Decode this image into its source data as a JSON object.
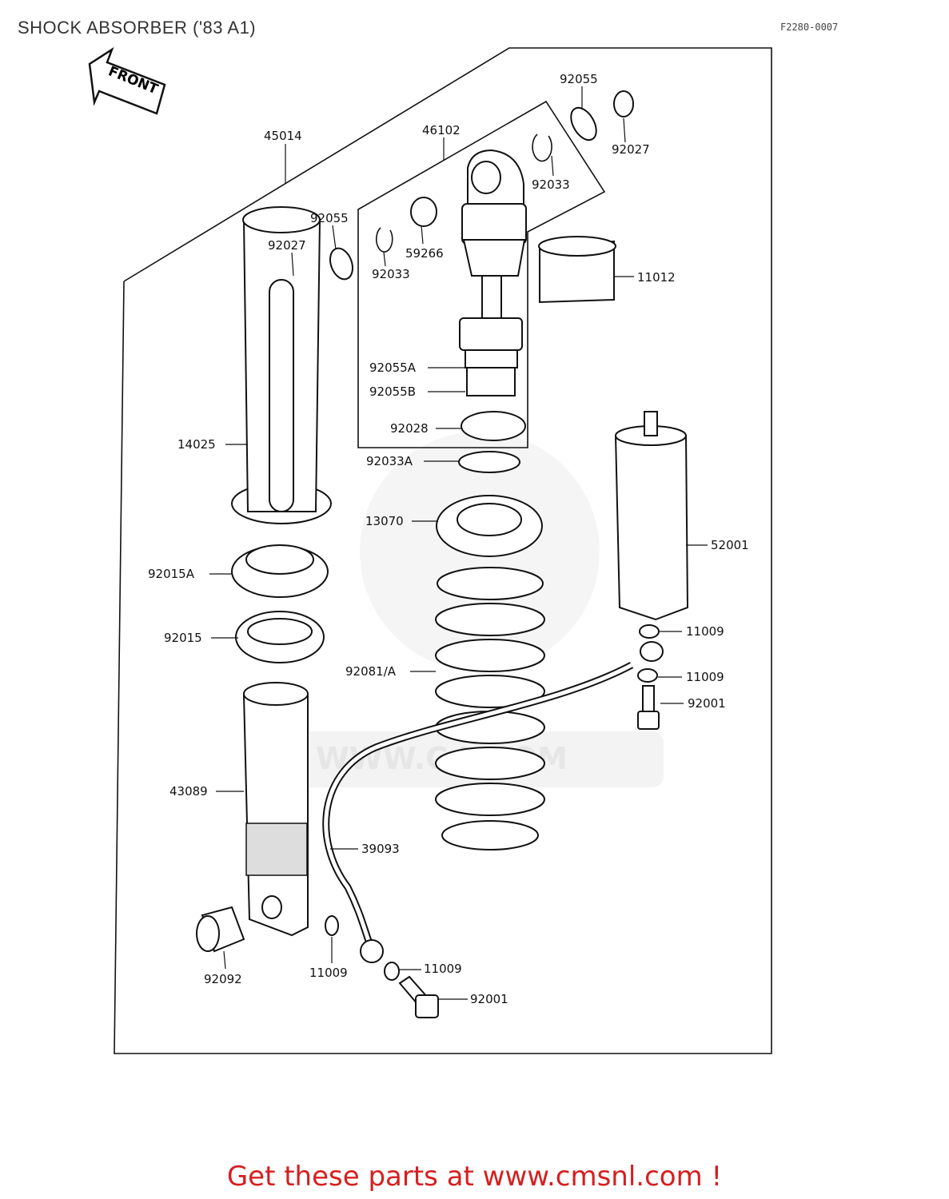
{
  "page": {
    "title": "SHOCK ABSORBER ('83 A1)",
    "figure_code": "F2280-0007",
    "footer": "Get these parts at www.cmsnl.com !"
  },
  "diagram": {
    "front_arrow": "FRONT",
    "watermark": "WWW.C   L.COM",
    "labels": {
      "p45014": "45014",
      "p46102": "46102",
      "p92055_top": "92055",
      "p92027_top": "92027",
      "p92033_top": "92033",
      "p92055_left": "92055",
      "p92027_left": "92027",
      "p59266": "59266",
      "p92033_left": "92033",
      "p11012": "11012",
      "p92055A": "92055A",
      "p92055B": "92055B",
      "p92028": "92028",
      "p92033A": "92033A",
      "p14025": "14025",
      "p13070": "13070",
      "p52001": "52001",
      "p92015A": "92015A",
      "p11009_a": "11009",
      "p92015": "92015",
      "p92081A": "92081/A",
      "p11009_b": "11009",
      "p92001_a": "92001",
      "p43089": "43089",
      "p39093": "39093",
      "p92092": "92092",
      "p11009_c": "11009",
      "p11009_d": "11009",
      "p92001_b": "92001"
    }
  }
}
